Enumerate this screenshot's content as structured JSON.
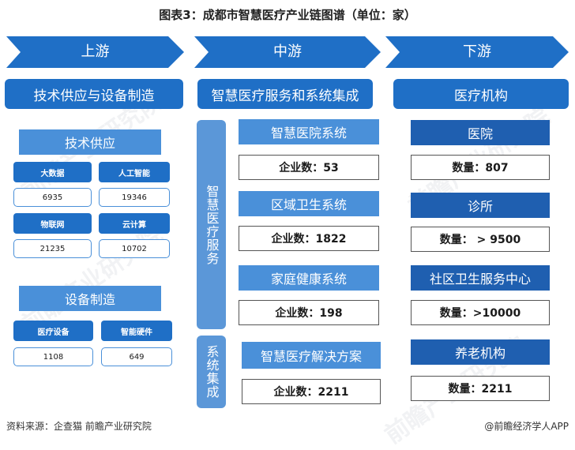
{
  "title": "图表3：成都市智慧医疗产业链图谱（单位：家）",
  "stages": {
    "upstream": "上游",
    "midstream": "中游",
    "downstream": "下游"
  },
  "upstream": {
    "header": "技术供应与设备制造",
    "tech": {
      "label": "技术供应",
      "items": [
        {
          "name": "大数据",
          "value": "6935"
        },
        {
          "name": "人工智能",
          "value": "19346"
        },
        {
          "name": "物联网",
          "value": "21235"
        },
        {
          "name": "云计算",
          "value": "10702"
        }
      ]
    },
    "equipment": {
      "label": "设备制造",
      "items": [
        {
          "name": "医疗设备",
          "value": "1108"
        },
        {
          "name": "智能硬件",
          "value": "649"
        }
      ]
    }
  },
  "midstream": {
    "header": "智慧医疗服务和系统集成",
    "side_service": "智慧医疗服务",
    "side_integration": "系统集成",
    "systems": [
      {
        "name": "智慧医院系统",
        "stat": "企业数：53"
      },
      {
        "name": "区域卫生系统",
        "stat": "企业数：1822"
      },
      {
        "name": "家庭健康系统",
        "stat": "企业数：198"
      },
      {
        "name": "智慧医疗解决方案",
        "stat": "企业数：2211"
      }
    ]
  },
  "downstream": {
    "header": "医疗机构",
    "institutions": [
      {
        "name": "医院",
        "stat": "数量：807"
      },
      {
        "name": "诊所",
        "stat": "数量：  > 9500"
      },
      {
        "name": "社区卫生服务中心",
        "stat": "数量：>10000"
      },
      {
        "name": "养老机构",
        "stat": "数量：2211"
      }
    ]
  },
  "footer": {
    "source": "资料来源：企查猫  前瞻产业研究院",
    "brand": "@前瞻经济学人APP"
  },
  "watermark": "前瞻产业研究院",
  "colors": {
    "chevron": "#1f6fc6",
    "band": "#1f6fc6",
    "light_blue": "#4a90d9",
    "side_blue": "#5b97d8"
  }
}
